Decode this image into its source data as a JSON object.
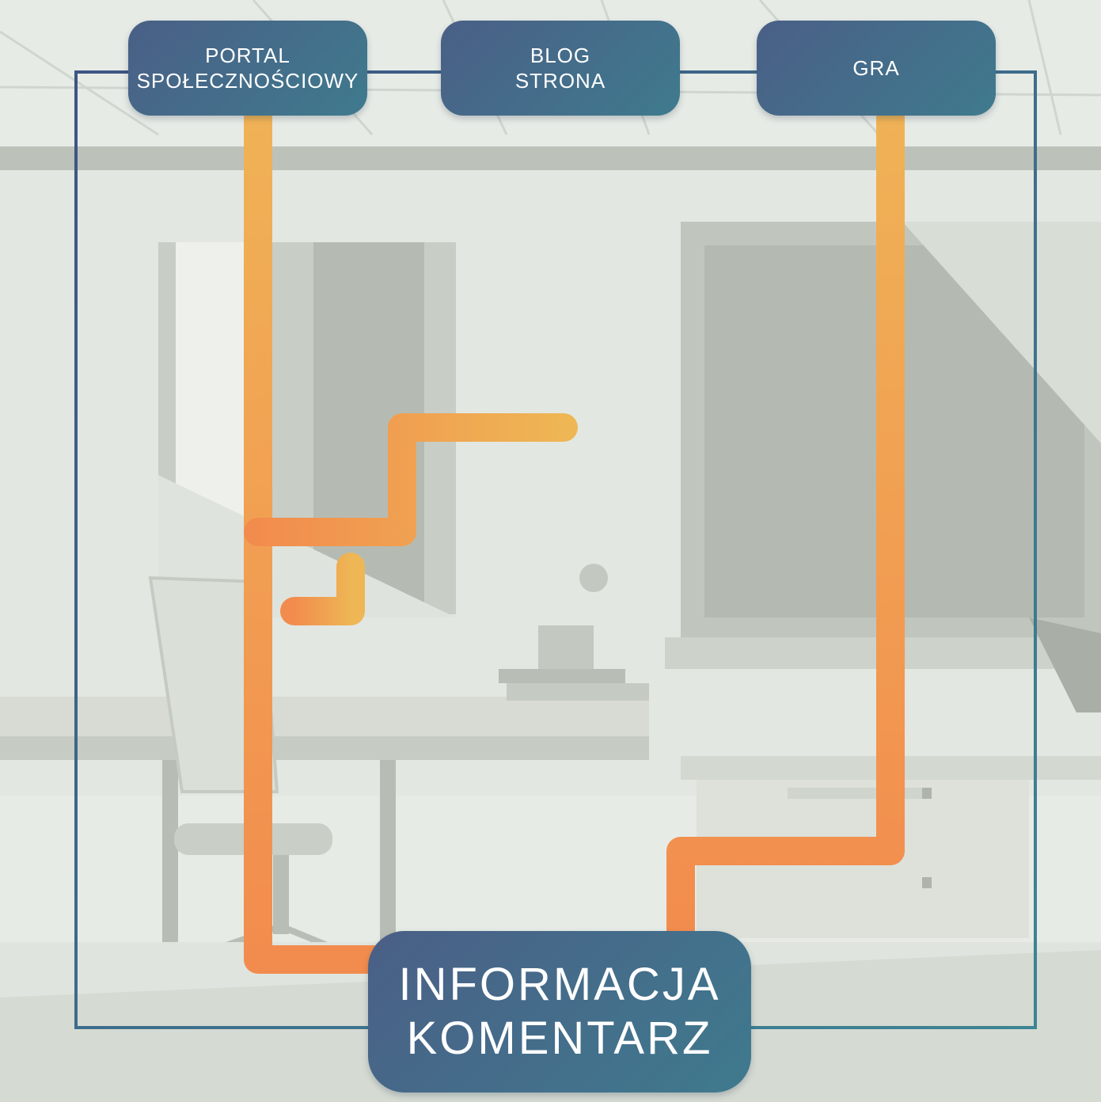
{
  "diagram": {
    "sources": [
      {
        "id": "portal",
        "lines": [
          "PORTAL",
          "SPOŁECZNOŚCIOWY"
        ]
      },
      {
        "id": "blog",
        "lines": [
          "BLOG",
          "STRONA"
        ]
      },
      {
        "id": "gra",
        "lines": [
          "GRA"
        ]
      }
    ],
    "target": {
      "lines": [
        "INFORMACJA",
        "KOMENTARZ"
      ]
    }
  },
  "colors": {
    "box_gradient_start": "#4a5f86",
    "box_gradient_end": "#3f7a8e",
    "path_orange_start": "#f28c4e",
    "path_orange_end": "#eeb654",
    "frame_start": "#3d5583",
    "frame_end": "#3d8494",
    "background_light": "#e7ebe6",
    "background_grey": "#b9bfb6"
  }
}
